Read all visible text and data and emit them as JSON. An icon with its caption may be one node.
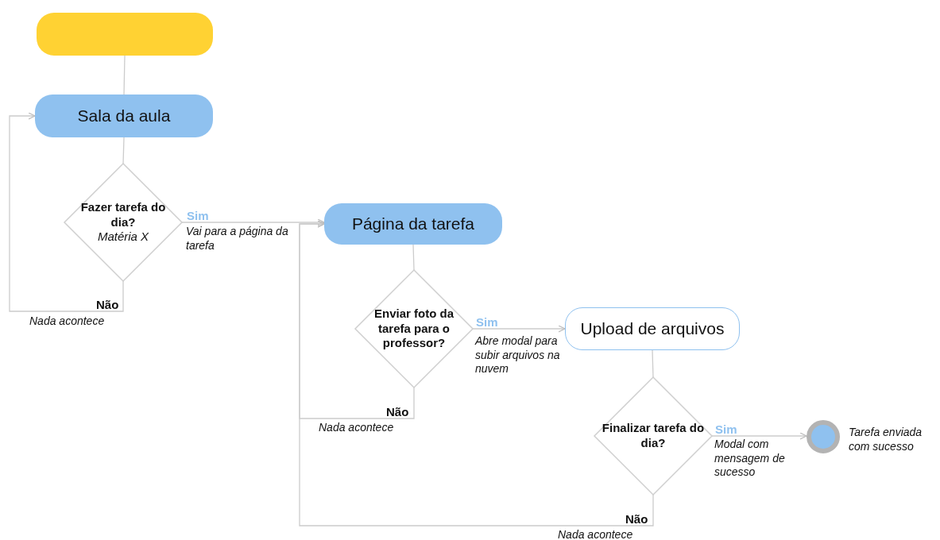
{
  "diagram": {
    "nodes": [
      {
        "text": [],
        "shape": "box"
      },
      {
        "text": [
          "Sala da aula"
        ]
      },
      {
        "text": [
          "Fazer tarefa do dia?",
          "Matéria X"
        ]
      },
      {
        "text": [
          "Página da tarefa"
        ]
      },
      {
        "text": [
          "Enviar foto da tarefa para o professor?"
        ]
      },
      {
        "text": [
          "Upload de arquivos"
        ]
      },
      {
        "text": [
          "Finalizar tarefa do dia?"
        ]
      },
      {
        "text": [],
        "shape": "circle",
        "beside": [
          "Tarefa enviada com sucesso"
        ]
      }
    ],
    "edges": [
      {
        "from": 0,
        "to": 1,
        "arrow": "none"
      },
      {
        "from": 1,
        "to": 2,
        "arrow": "none"
      },
      {
        "from": 2,
        "to": 3,
        "arrow": "to",
        "label": "Sim"
      },
      {
        "from": 2,
        "to": 1,
        "arrow": "to",
        "label": "Não"
      },
      {
        "from": 3,
        "to": 4,
        "arrow": "none"
      },
      {
        "from": 4,
        "to": 5,
        "arrow": "to",
        "label": "Sim"
      },
      {
        "from": 4,
        "to": 3,
        "arrow": "to",
        "label": "Não"
      },
      {
        "from": 5,
        "to": 6,
        "arrow": "none"
      },
      {
        "from": 6,
        "to": 7,
        "arrow": "to",
        "label": "Sim"
      },
      {
        "from": 6,
        "to": 3,
        "arrow": "to",
        "label": "Não"
      }
    ],
    "labels": [
      "Vai para a página da tarefa",
      "Nada acontece",
      "Abre modal para subir arquivos na nuvem",
      "Nada acontece",
      "Modal com mensagem de sucesso",
      "Nada acontece"
    ]
  }
}
